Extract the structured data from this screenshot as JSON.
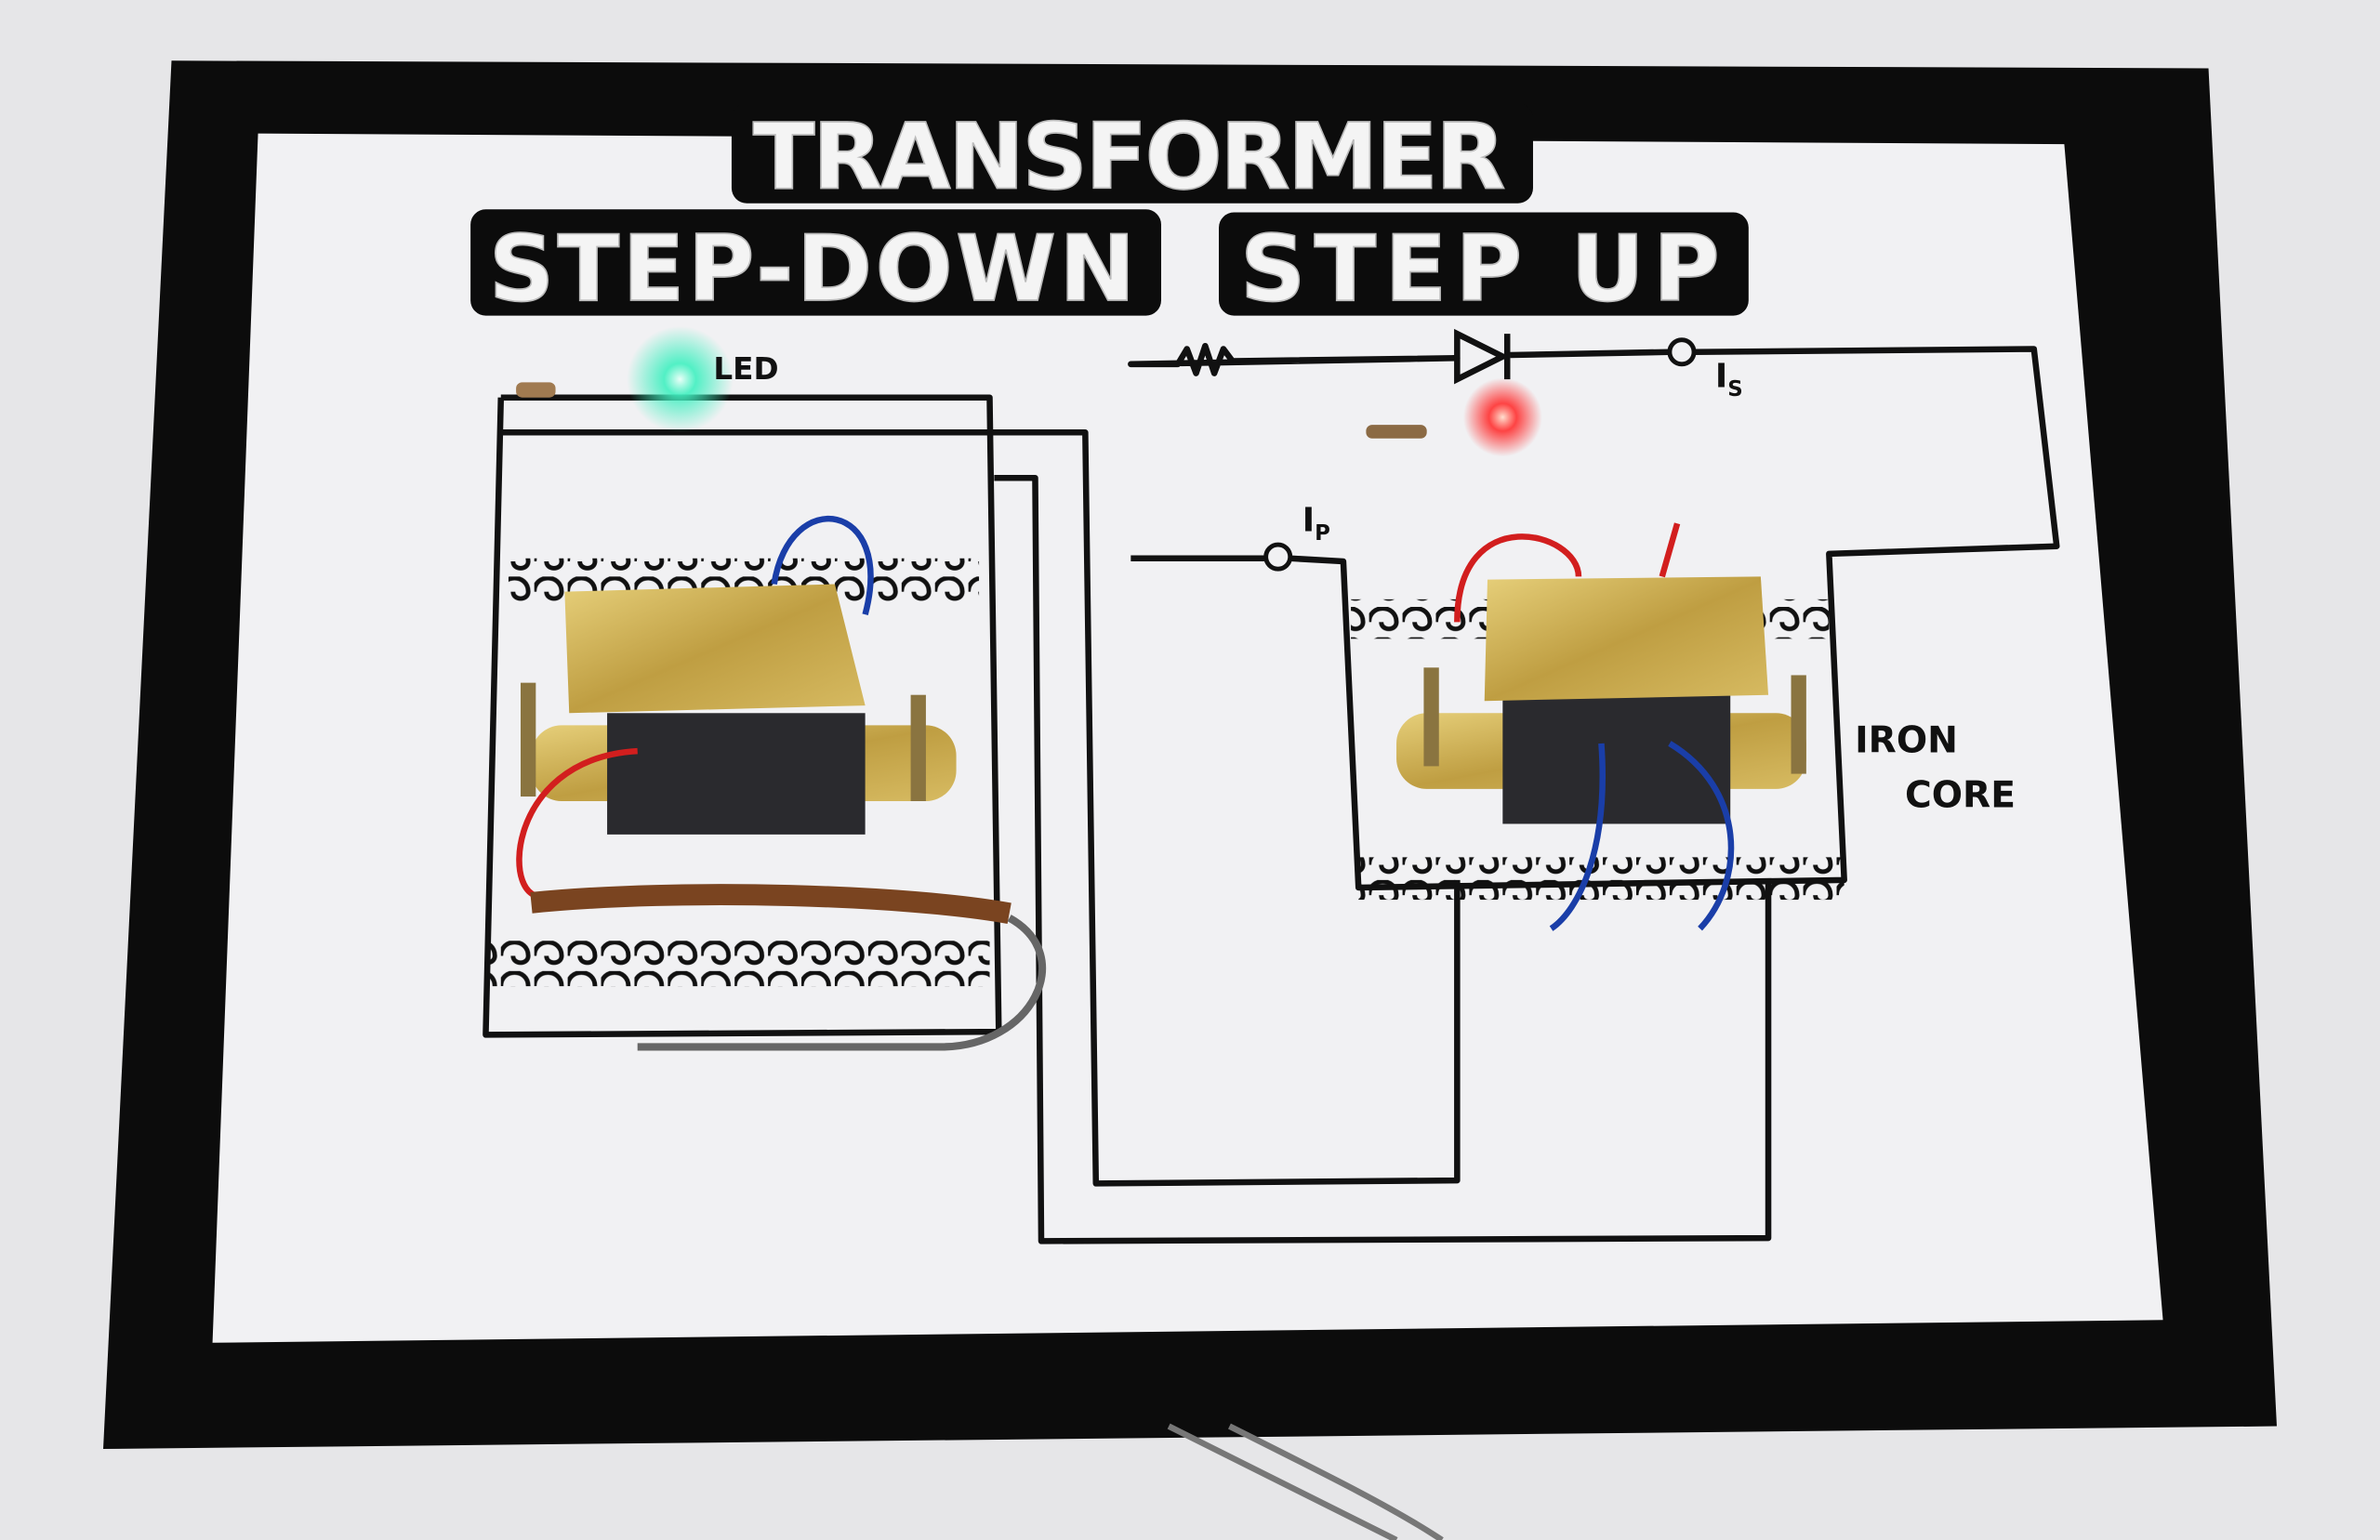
{
  "board": {
    "title": "TRANSFORMER",
    "left_heading": "STEP-DOWN",
    "right_heading": "STEP UP"
  },
  "labels": {
    "led": "LED",
    "primary_current": "I",
    "primary_sub": "P",
    "secondary_current": "I",
    "secondary_sub": "S",
    "iron": "IRON",
    "core": "CORE"
  },
  "colors": {
    "board": "#0c0c0c",
    "paper": "#f1f1f3",
    "green_led": "#3cf5c0",
    "red_led": "#ff3030",
    "brass": "#c9a94a"
  }
}
